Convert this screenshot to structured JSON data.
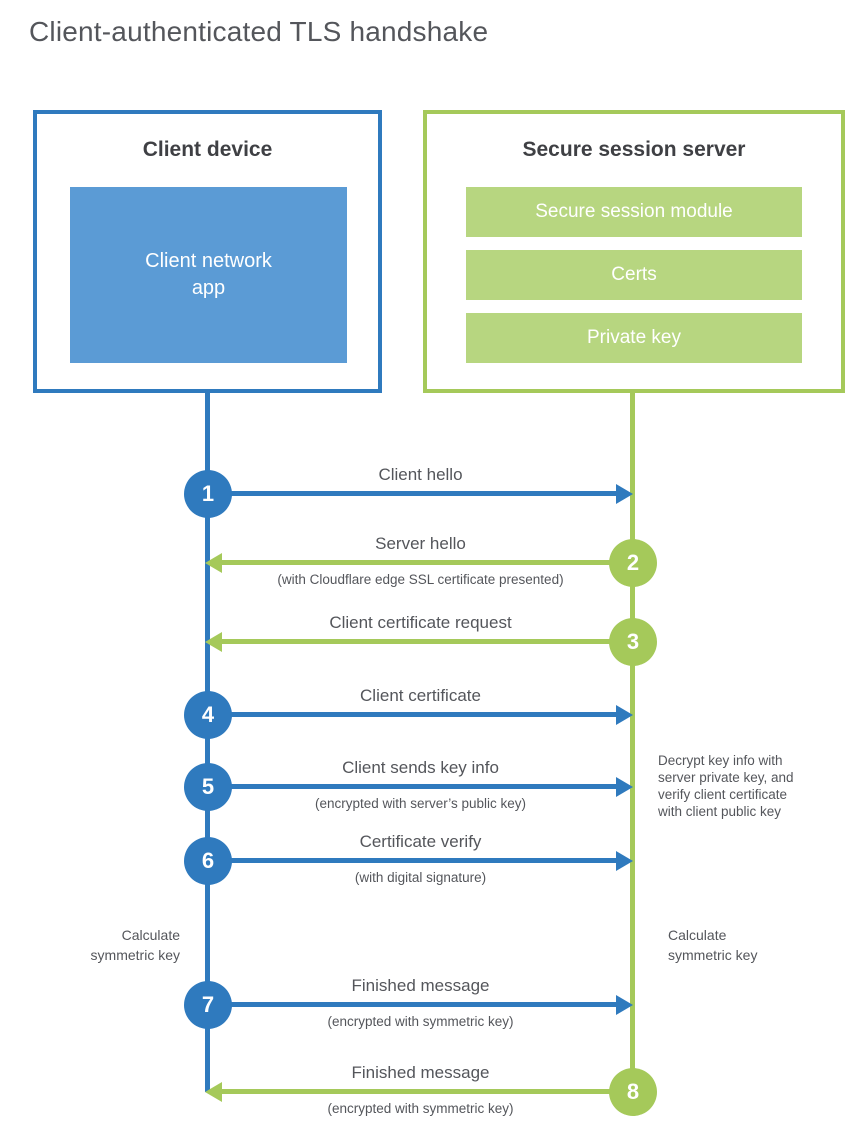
{
  "title": "Client-authenticated TLS handshake",
  "colors": {
    "blue": "#2f7abe",
    "blue_fill": "#5b9bd5",
    "green": "#a5c95a",
    "green_fill": "#b7d680",
    "text": "#54565b",
    "box_title": "#3f4044"
  },
  "client": {
    "title": "Client device",
    "app_label": "Client network\napp"
  },
  "server": {
    "title": "Secure session server",
    "modules": [
      "Secure session module",
      "Certs",
      "Private key"
    ]
  },
  "steps": [
    {
      "num": "1",
      "from": "client",
      "direction": "right",
      "label": "Client hello",
      "sublabel": ""
    },
    {
      "num": "2",
      "from": "server",
      "direction": "left",
      "label": "Server hello",
      "sublabel": "(with Cloudflare edge SSL certificate presented)"
    },
    {
      "num": "3",
      "from": "server",
      "direction": "left",
      "label": "Client certificate request",
      "sublabel": ""
    },
    {
      "num": "4",
      "from": "client",
      "direction": "right",
      "label": "Client certificate",
      "sublabel": ""
    },
    {
      "num": "5",
      "from": "client",
      "direction": "right",
      "label": "Client sends key info",
      "sublabel": "(encrypted with server’s public key)"
    },
    {
      "num": "6",
      "from": "client",
      "direction": "right",
      "label": "Certificate verify",
      "sublabel": "(with digital signature)"
    },
    {
      "num": "7",
      "from": "client",
      "direction": "right",
      "label": "Finished message",
      "sublabel": "(encrypted with symmetric key)"
    },
    {
      "num": "8",
      "from": "server",
      "direction": "left",
      "label": "Finished message",
      "sublabel": "(encrypted with symmetric key)"
    }
  ],
  "annotations": {
    "decrypt_note": "Decrypt key info with\nserver private key, and\nverify client certificate\nwith client public key",
    "calc_left": "Calculate\nsymmetric key",
    "calc_right": "Calculate\nsymmetric key"
  }
}
